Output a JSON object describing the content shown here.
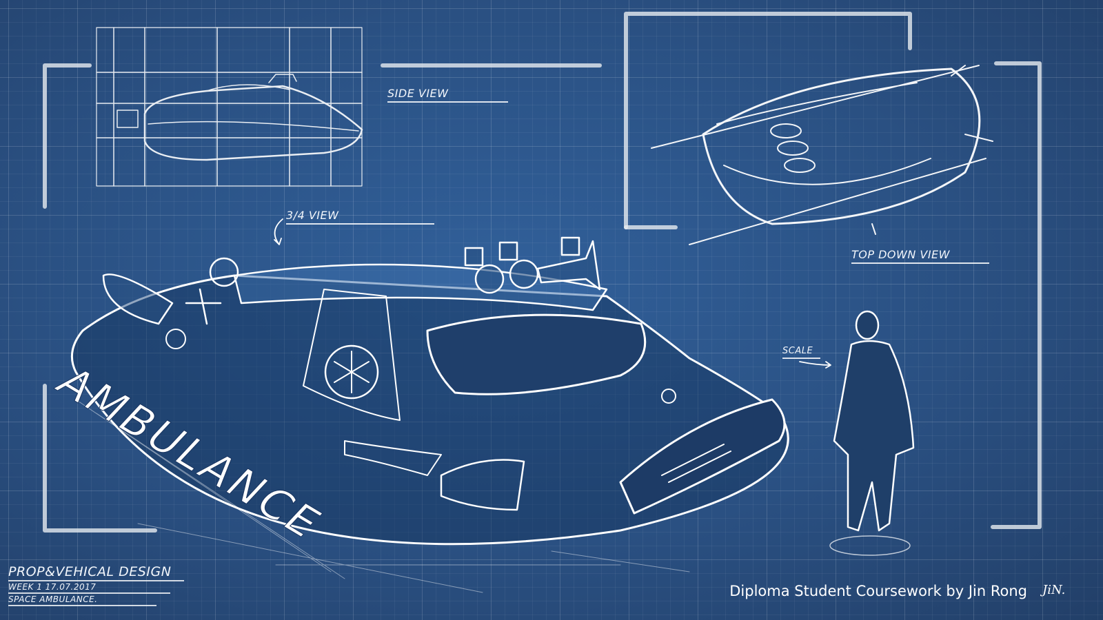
{
  "labels": {
    "side_view": "Side View",
    "three_quarter_view": "3/4 View",
    "top_down_view": "Top Down View",
    "scale": "Scale"
  },
  "vehicle_text": "AMBULANCE",
  "title_block": {
    "title": "Prop&Vehical Design",
    "week": "Week 1 17.07.2017",
    "subject": "Space Ambulance."
  },
  "credit": "Diploma Student Coursework by Jin Rong",
  "signature": "JiN.",
  "colors": {
    "background": "#2b5384",
    "line": "#ffffff"
  }
}
